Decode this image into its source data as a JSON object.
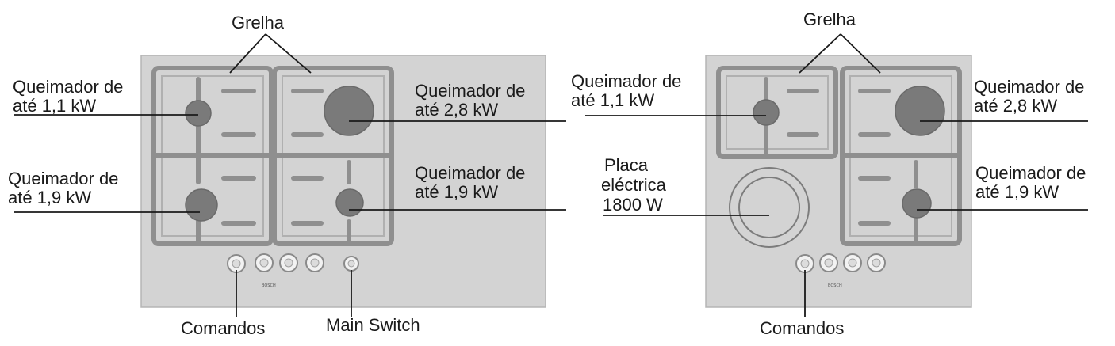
{
  "left_hob": {
    "label_grill": "Grelha",
    "burner_top_left": {
      "line1": "Queimador de",
      "line2": "até 1,1 kW"
    },
    "burner_top_right": {
      "line1": "Queimador de",
      "line2": "até 2,8 kW"
    },
    "burner_bottom_left": {
      "line1": "Queimador de",
      "line2": "até 1,9 kW"
    },
    "burner_bottom_right": {
      "line1": "Queimador de",
      "line2": "até 1,9 kW"
    },
    "label_controls": "Comandos",
    "label_main_switch": "Main Switch",
    "brand": "BOSCH"
  },
  "right_hob": {
    "label_grill": "Grelha",
    "burner_top_left": {
      "line1": "Queimador de",
      "line2": "até 1,1 kW"
    },
    "burner_top_right": {
      "line1": "Queimador de",
      "line2": "até 2,8 kW"
    },
    "burner_bottom_right": {
      "line1": "Queimador de",
      "line2": "até 1,9 kW"
    },
    "electric_plate": {
      "line1": "Placa",
      "line2": "eléctrica",
      "line3": "1800 W"
    },
    "label_controls": "Comandos",
    "brand": "BOSCH"
  }
}
